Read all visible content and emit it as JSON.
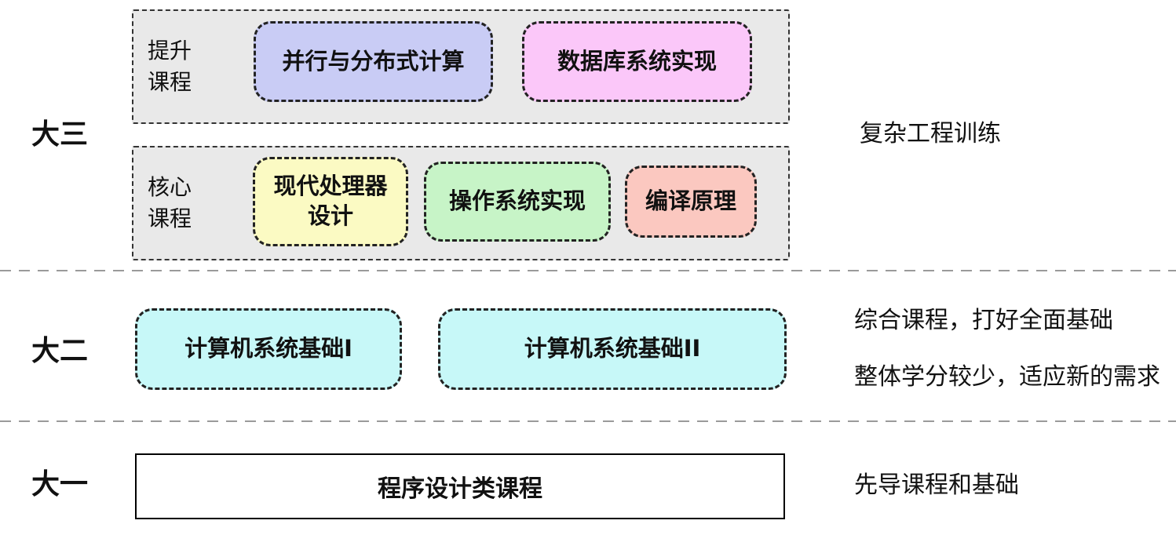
{
  "colors": {
    "group_bg": "#e9e9e9",
    "purple": "#c9ccf5",
    "pink": "#fbc7f9",
    "yellow": "#fbfac3",
    "green": "#c7f4c7",
    "salmon": "#fbc8c0",
    "cyan": "#c7f8f8",
    "plain": "#ffffff"
  },
  "year3": {
    "label": "大三",
    "annotation": "复杂工程训练",
    "group_advanced": {
      "label": "提升\n课程",
      "courses": [
        {
          "name": "并行与分布式计算"
        },
        {
          "name": "数据库系统实现"
        }
      ]
    },
    "group_core": {
      "label": "核心\n课程",
      "courses": [
        {
          "name": "现代处理器设计"
        },
        {
          "name": "操作系统实现"
        },
        {
          "name": "编译原理"
        }
      ]
    }
  },
  "year2": {
    "label": "大二",
    "annotation_top": "综合课程，打好全面基础",
    "annotation_bottom": "整体学分较少，适应新的需求",
    "courses": [
      {
        "name": "计算机系统基础I"
      },
      {
        "name": "计算机系统基础II"
      }
    ]
  },
  "year1": {
    "label": "大一",
    "annotation": "先导课程和基础",
    "courses": [
      {
        "name": "程序设计类课程"
      }
    ]
  }
}
